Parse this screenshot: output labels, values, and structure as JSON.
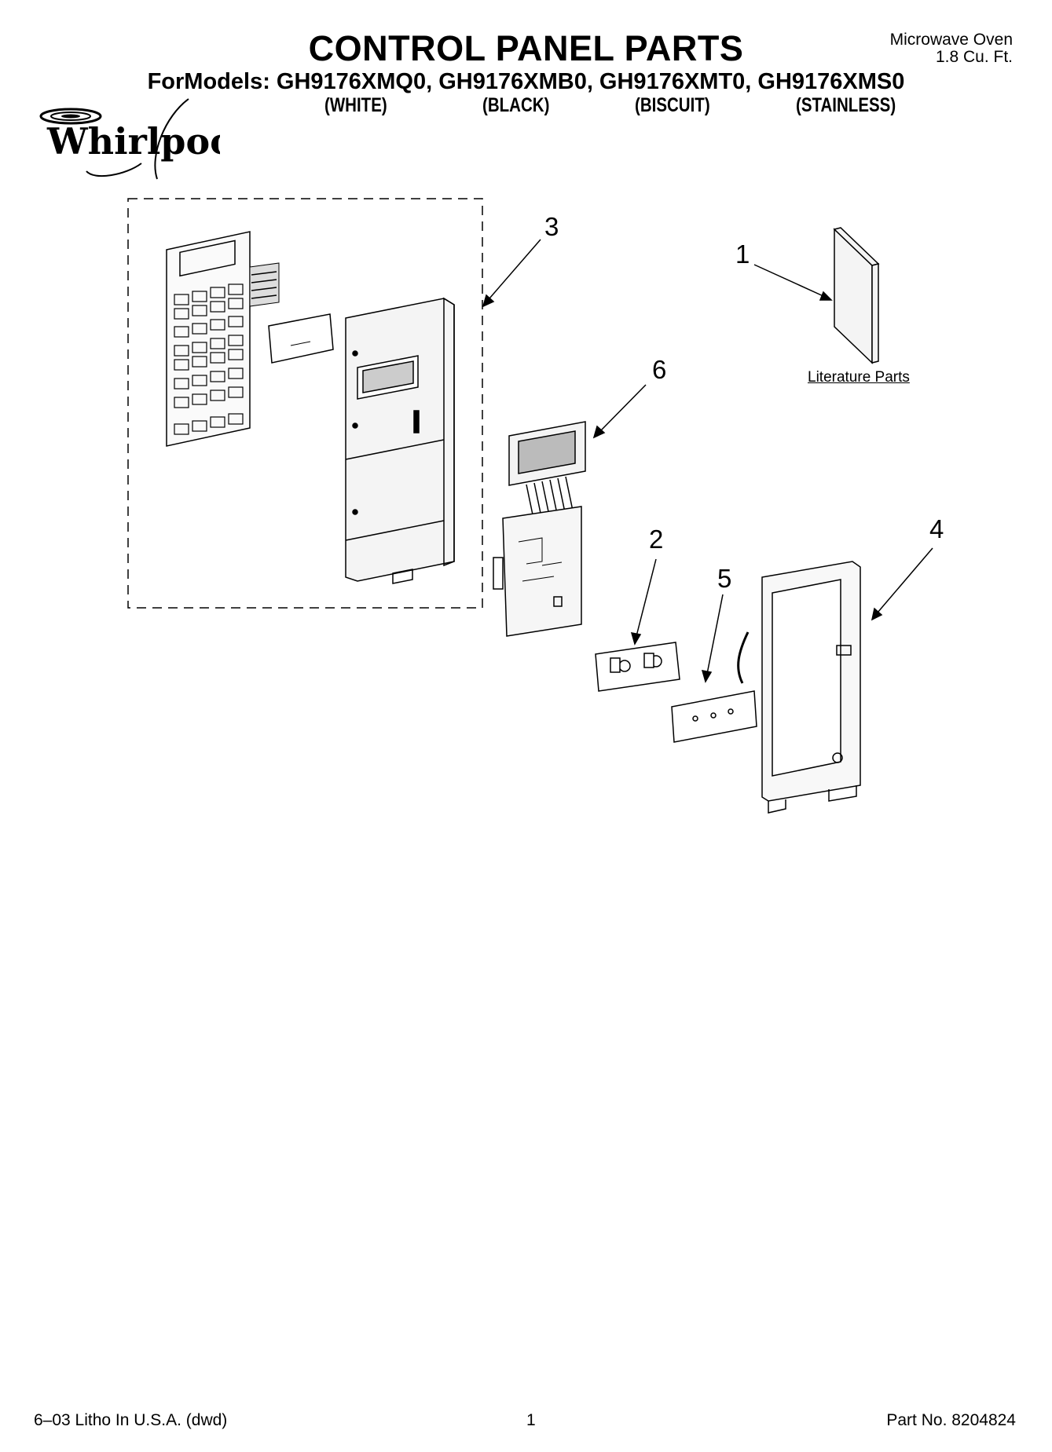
{
  "header": {
    "title": "CONTROL PANEL PARTS",
    "models_line": "ForModels: GH9176XMQ0, GH9176XMB0, GH9176XMT0, GH9176XMS0",
    "colors": [
      "(WHITE)",
      "(BLACK)",
      "(BISCUIT)",
      "(STAINLESS)"
    ],
    "product_line1": "Microwave Oven",
    "product_line2": "1.8 Cu. Ft.",
    "brand_logo_text": "Whirlpool"
  },
  "diagram": {
    "callouts": [
      "1",
      "2",
      "3",
      "4",
      "5",
      "6"
    ],
    "literature_label": "Literature Parts"
  },
  "footer": {
    "print_info": "6–03 Litho In U.S.A. (dwd)",
    "page_number": "1",
    "part_number": "Part No. 8204824"
  },
  "colors": {
    "ink": "#000000",
    "panel_fill": "#f0f0f0",
    "paper": "#ffffff"
  }
}
